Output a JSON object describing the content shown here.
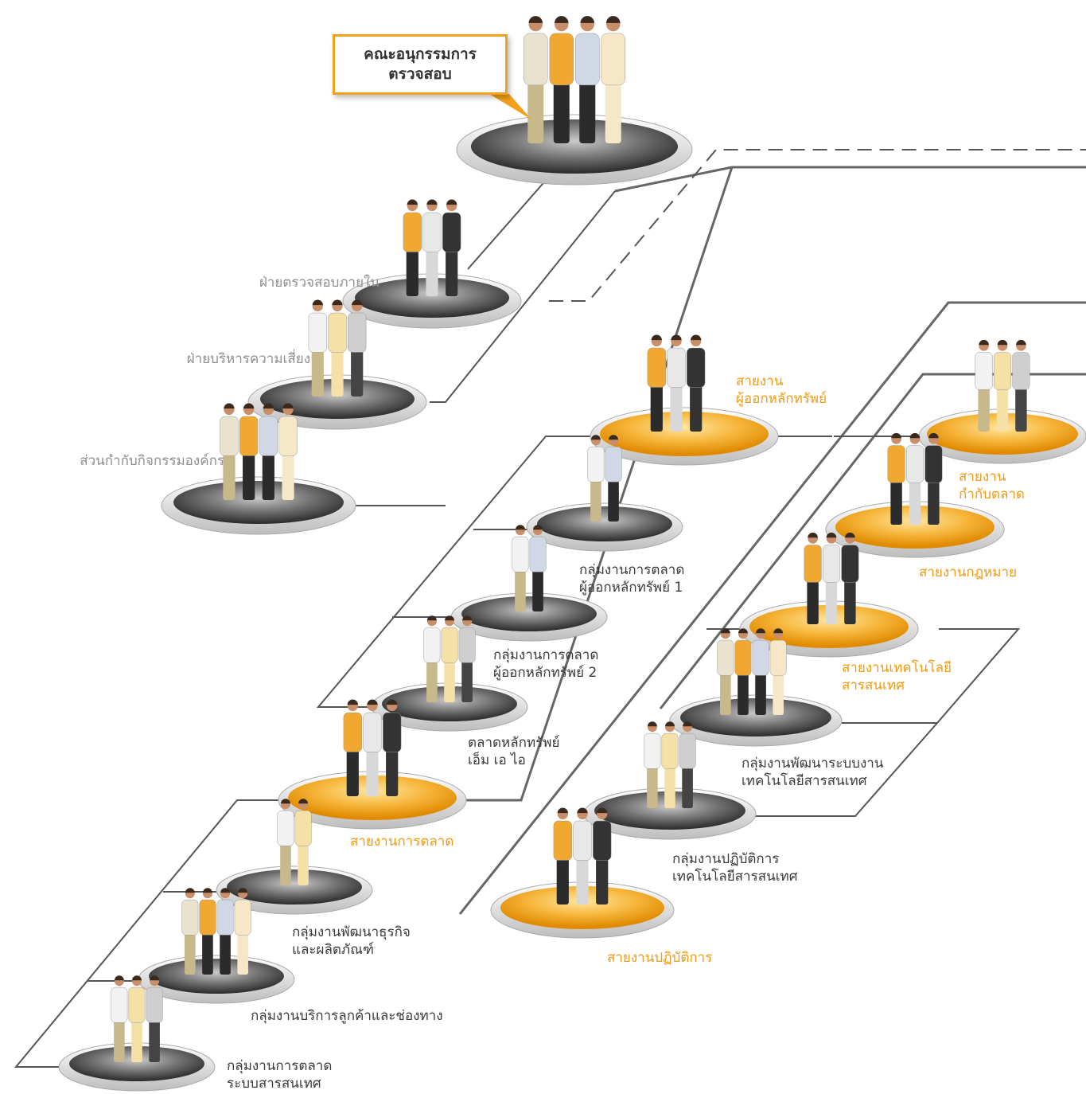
{
  "title_box": {
    "line1": "คณะอนุกรรมการ",
    "line2": "ตรวจสอบ"
  },
  "left_units": {
    "internal_audit": "ฝ่ายตรวจสอบภายใน",
    "risk_management": "ฝ่ายบริหารความเสี่ยง",
    "corporate_governance": "ส่วนกำกับกิจกรรมองค์กร"
  },
  "issuer_division": {
    "title_line1": "สายงาน",
    "title_line2": "ผู้ออกหลักทรัพย์",
    "group1_line1": "กลุ่มงานการตลาด",
    "group1_line2": "ผู้ออกหลักทรัพย์ 1",
    "group2_line1": "กลุ่มงานการตลาด",
    "group2_line2": "ผู้ออกหลักทรัพย์ 2",
    "mai_line1": "ตลาดหลักทรัพย์",
    "mai_line2": "เอ็ม เอ ไอ"
  },
  "marketing_division": {
    "title": "สายงานการตลาด",
    "biz_dev_line1": "กลุ่มงานพัฒนาธุรกิจ",
    "biz_dev_line2": "และผลิตภัณฑ์",
    "client_service": "กลุ่มงานบริการลูกค้าและช่องทาง",
    "it_marketing_line1": "กลุ่มงานการตลาด",
    "it_marketing_line2": "ระบบสารสนเทศ"
  },
  "right_divisions": {
    "market_supervision_line1": "สายงาน",
    "market_supervision_line2": "กำกับตลาด",
    "legal": "สายงานกฎหมาย",
    "it_line1": "สายงานเทคโนโลยี",
    "it_line2": "สารสนเทศ",
    "it_dev_line1": "กลุ่มงานพัฒนาระบบงาน",
    "it_dev_line2": "เทคโนโลยีสารสนเทศ",
    "it_ops_line1": "กลุ่มงานปฏิบัติการ",
    "it_ops_line2": "เทคโนโลยีสารสนเทศ",
    "operations": "สายงานปฏิบัติการ"
  },
  "colors": {
    "accent_orange": "#f3a11c",
    "line_gray": "#555555",
    "platform_gray": "#5a5a5a"
  }
}
